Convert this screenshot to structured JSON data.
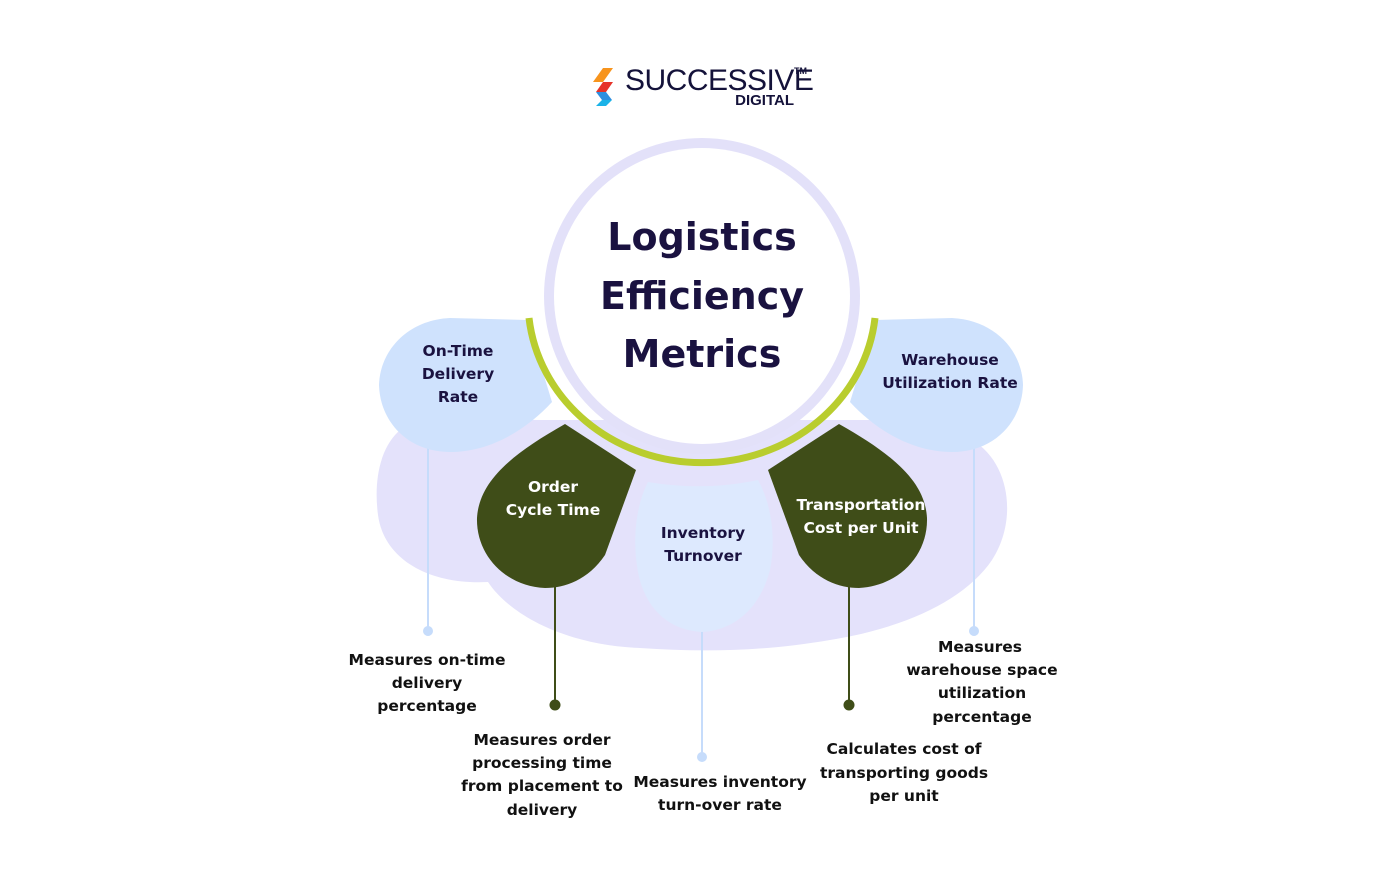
{
  "logo": {
    "name": "SUCCESSIVE",
    "trademark": "TM",
    "subtitle": "DIGITAL",
    "colors": [
      "#f7941d",
      "#e6332a",
      "#2d8fe0",
      "#1bb3e8"
    ]
  },
  "center": {
    "title_lines": [
      "Logistics",
      "Efficiency",
      "Metrics"
    ]
  },
  "metrics": [
    {
      "label_lines": [
        "On-Time",
        "Delivery",
        "Rate"
      ],
      "description_lines": [
        "Measures on-time",
        "delivery",
        "percentage"
      ]
    },
    {
      "label_lines": [
        "Order",
        "Cycle Time"
      ],
      "description_lines": [
        "Measures order",
        "processing time",
        "from placement to",
        "delivery"
      ]
    },
    {
      "label_lines": [
        "Inventory",
        "Turnover"
      ],
      "description_lines": [
        "Measures inventory",
        "turn-over rate"
      ]
    },
    {
      "label_lines": [
        "Transportation",
        "Cost per Unit"
      ],
      "description_lines": [
        "Calculates cost of",
        "transporting goods",
        "per unit"
      ]
    },
    {
      "label_lines": [
        "Warehouse",
        "Utilization Rate"
      ],
      "description_lines": [
        "Measures",
        "warehouse space",
        "utilization",
        "percentage"
      ]
    }
  ],
  "colors": {
    "title": "#1a1240",
    "light_node": "#cfe2fd",
    "dark_node": "#3f4d18",
    "accent_ring": "#b9cd2e",
    "blob": "#e4e2fb",
    "center_ring": "#e3e1f9"
  }
}
